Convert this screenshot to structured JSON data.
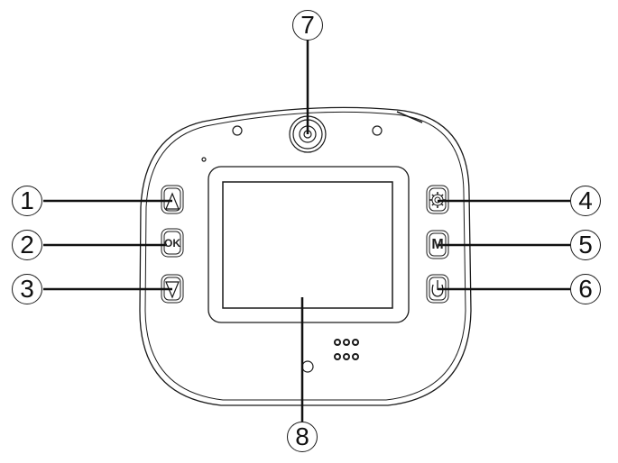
{
  "diagram": {
    "type": "device-button-layout",
    "subject": "handheld camera back panel",
    "colors": {
      "stroke": "#1a1a1a",
      "background": "#ffffff"
    },
    "callouts": [
      {
        "number": "1",
        "target": "up-button",
        "icon": "triangle-up-icon"
      },
      {
        "number": "2",
        "target": "ok-button",
        "label": "OK"
      },
      {
        "number": "3",
        "target": "down-button",
        "icon": "triangle-down-icon"
      },
      {
        "number": "4",
        "target": "settings-button",
        "icon": "gear-icon"
      },
      {
        "number": "5",
        "target": "mode-button",
        "label": "M"
      },
      {
        "number": "6",
        "target": "power-button",
        "icon": "power-icon"
      },
      {
        "number": "7",
        "target": "lens"
      },
      {
        "number": "8",
        "target": "screen"
      }
    ],
    "buttons": {
      "ok_label": "OK",
      "mode_label": "M"
    }
  }
}
